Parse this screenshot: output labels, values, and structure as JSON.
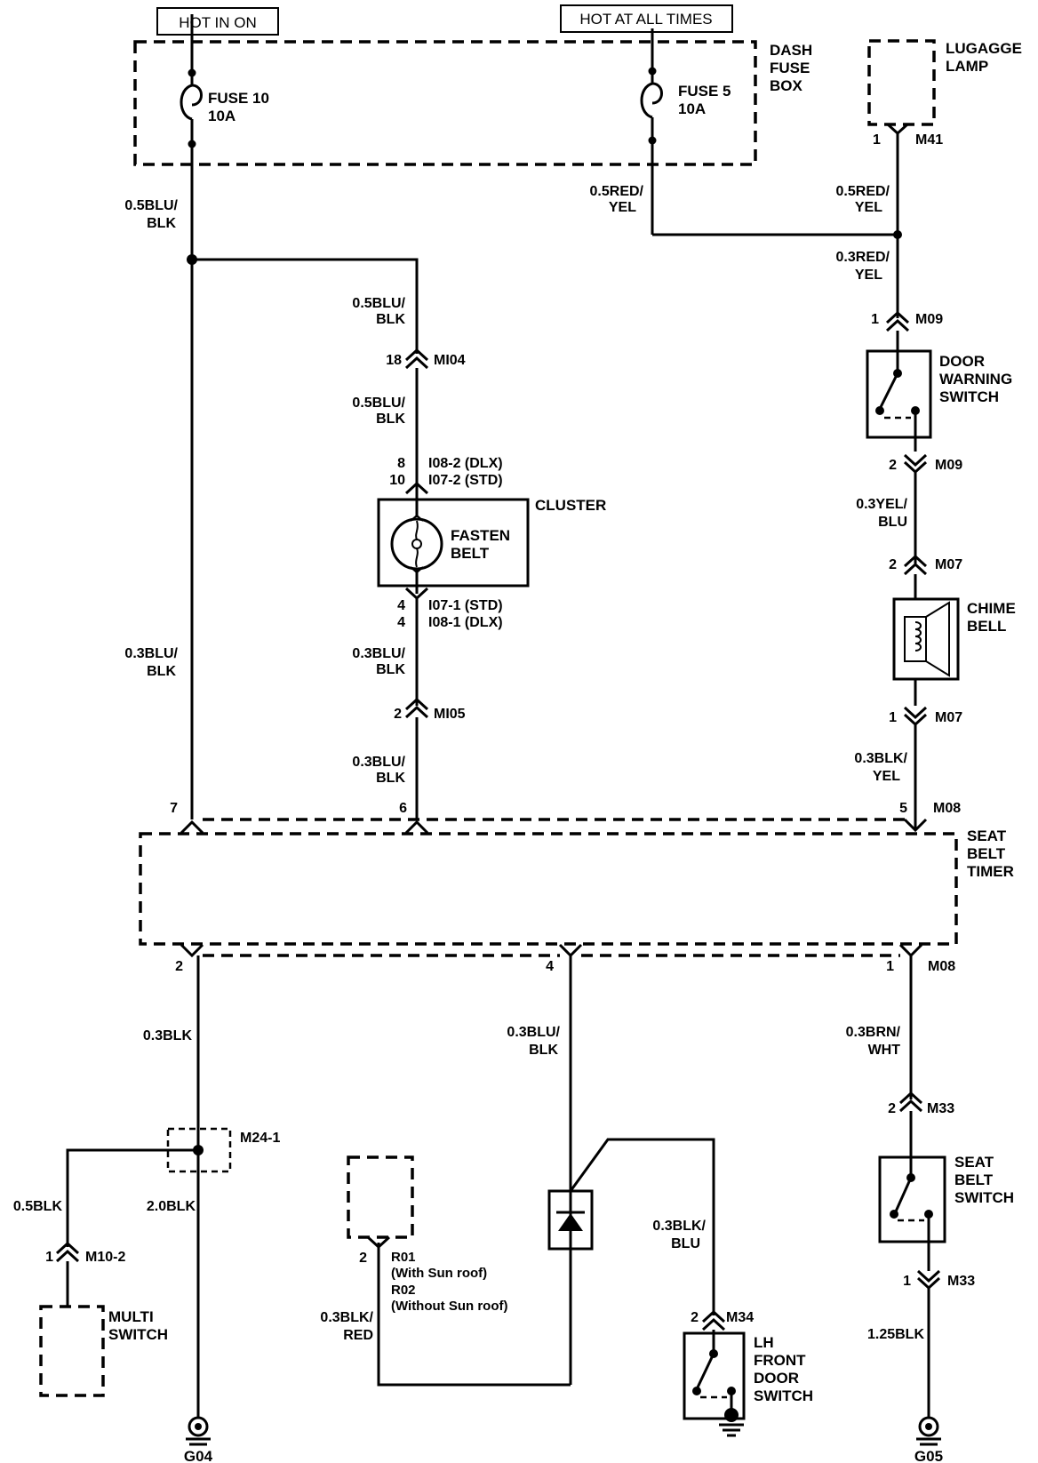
{
  "power": {
    "hot_in_on": "HOT IN ON",
    "hot_at_all_times": "HOT AT ALL TIMES"
  },
  "dash_fuse_box": {
    "label": [
      "DASH",
      "FUSE",
      "BOX"
    ],
    "fuse10": [
      "FUSE 10",
      "10A"
    ],
    "fuse5": [
      "FUSE 5",
      "10A"
    ]
  },
  "luggage_lamp": {
    "label": [
      "LUGAGGE",
      "LAMP"
    ],
    "pin": "1",
    "connector": "M41"
  },
  "wires": {
    "w_fuse10_out": [
      "0.5BLU/",
      "BLK"
    ],
    "w_fuse5_out": [
      "0.5RED/",
      "YEL"
    ],
    "w_lamp_out": [
      "0.5RED/",
      "YEL"
    ],
    "w_to_m09": [
      "0.3RED/",
      "YEL"
    ],
    "w_to_mi04": [
      "0.5BLU/",
      "BLK"
    ],
    "w_mi04_out": [
      "0.5BLU/",
      "BLK"
    ],
    "w_left_main": [
      "0.3BLU/",
      "BLK"
    ],
    "w_cluster_out": [
      "0.3BLU/",
      "BLK"
    ],
    "w_mi05_out": [
      "0.3BLU/",
      "BLK"
    ],
    "w_m09_out": [
      "0.3YEL/",
      "BLU"
    ],
    "w_m07_out": [
      "0.3BLK/",
      "YEL"
    ],
    "w_timer_pin2": "0.3BLK",
    "w_timer_pin4": [
      "0.3BLU/",
      "BLK"
    ],
    "w_timer_pin1": [
      "0.3BRN/",
      "WHT"
    ],
    "w_multi": "0.5BLK",
    "w_ground_g04": "2.0BLK",
    "w_door_sw": [
      "0.3BLK/",
      "BLU"
    ],
    "w_sunroof": [
      "0.3BLK/",
      "RED"
    ],
    "w_ground_g05": "1.25BLK"
  },
  "connectors": {
    "mi04": {
      "pin": "18",
      "name": "MI04"
    },
    "cluster_in": {
      "pins": [
        "8",
        "10"
      ],
      "names": [
        "I08-2 (DLX)",
        "I07-2 (STD)"
      ]
    },
    "cluster_out": {
      "pins": [
        "4",
        "4"
      ],
      "names": [
        "I07-1 (STD)",
        "I08-1 (DLX)"
      ]
    },
    "mi05": {
      "pin": "2",
      "name": "MI05"
    },
    "m09_top": {
      "pin": "1",
      "name": "M09"
    },
    "m09_bot": {
      "pin": "2",
      "name": "M09"
    },
    "m07_top": {
      "pin": "2",
      "name": "M07"
    },
    "m07_bot": {
      "pin": "1",
      "name": "M07"
    },
    "timer_top": {
      "pins": [
        "7",
        "6",
        "5"
      ],
      "name": "M08"
    },
    "timer_bottom": {
      "pins": [
        "2",
        "4",
        "1"
      ],
      "name": "M08"
    },
    "m24": {
      "name": "M24-1"
    },
    "m10": {
      "pin": "1",
      "name": "M10-2"
    },
    "r01": {
      "pin": "2",
      "lines": [
        "R01",
        "(With Sun roof)",
        "R02",
        "(Without Sun roof)"
      ]
    },
    "m34": {
      "pin": "2",
      "name": "M34"
    },
    "m33_top": {
      "pin": "2",
      "name": "M33"
    },
    "m33_bot": {
      "pin": "1",
      "name": "M33"
    }
  },
  "components": {
    "cluster": "CLUSTER",
    "fasten_belt": [
      "FASTEN",
      "BELT"
    ],
    "door_warning_switch": [
      "DOOR",
      "WARNING",
      "SWITCH"
    ],
    "chime_bell": [
      "CHIME",
      "BELL"
    ],
    "seat_belt_timer": [
      "SEAT",
      "BELT",
      "TIMER"
    ],
    "multi_switch": [
      "MULTI",
      "SWITCH"
    ],
    "lh_front_door_switch": [
      "LH",
      "FRONT",
      "DOOR",
      "SWITCH"
    ],
    "seat_belt_switch": [
      "SEAT",
      "BELT",
      "SWITCH"
    ]
  },
  "grounds": {
    "g04": "G04",
    "g05": "G05"
  }
}
